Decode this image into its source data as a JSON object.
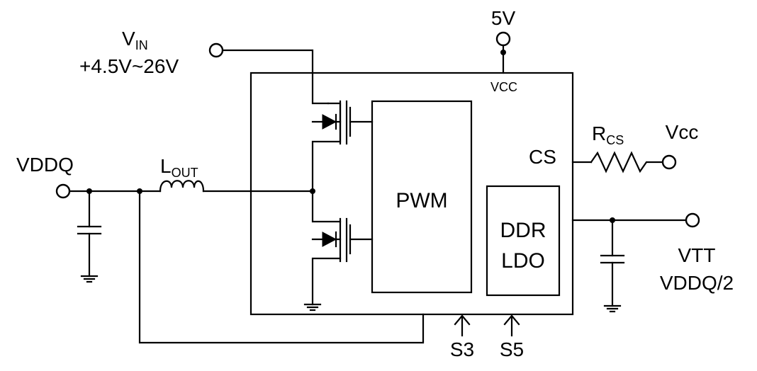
{
  "vin": {
    "label": "V",
    "sub": "IN",
    "range": "+4.5V~26V"
  },
  "supply_5v": "5V",
  "vcc_pin": "VCC",
  "vddq": "VDDQ",
  "inductor": {
    "label": "L",
    "sub": "OUT"
  },
  "pwm": "PWM",
  "ldo": {
    "line1": "DDR",
    "line2": "LDO"
  },
  "cs_pin": "CS",
  "rcs": {
    "label": "R",
    "sub": "CS"
  },
  "vcc_out": "Vcc",
  "vtt": {
    "line1": "VTT",
    "line2": "VDDQ/2"
  },
  "s3": "S3",
  "s5": "S5"
}
